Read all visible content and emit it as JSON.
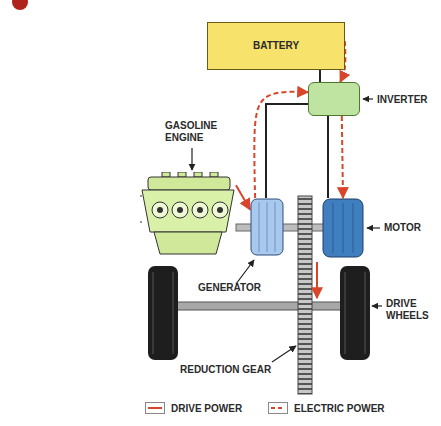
{
  "diagram": {
    "nodes": [
      {
        "text": [
          "BATTERY"
        ]
      },
      {
        "text": [
          "INVERTER"
        ]
      },
      {
        "text": [
          "GASOLINE ENGINE"
        ]
      },
      {
        "text": [
          "GENERATOR"
        ]
      },
      {
        "text": [
          "MOTOR"
        ]
      }
    ],
    "edges": [
      {
        "from": 0,
        "to": 1,
        "arrow": "to"
      },
      {
        "from": 2,
        "to": 3,
        "arrow": "to"
      },
      {
        "from": 3,
        "to": 1,
        "arrow": "to"
      },
      {
        "from": 1,
        "to": 4,
        "arrow": "to"
      }
    ],
    "labels": [
      "DRIVE WHEELS",
      "REDUCTION GEAR"
    ],
    "legend": [
      {
        "text": "DRIVE POWER"
      },
      {
        "text": "ELECTRIC POWER"
      }
    ]
  }
}
